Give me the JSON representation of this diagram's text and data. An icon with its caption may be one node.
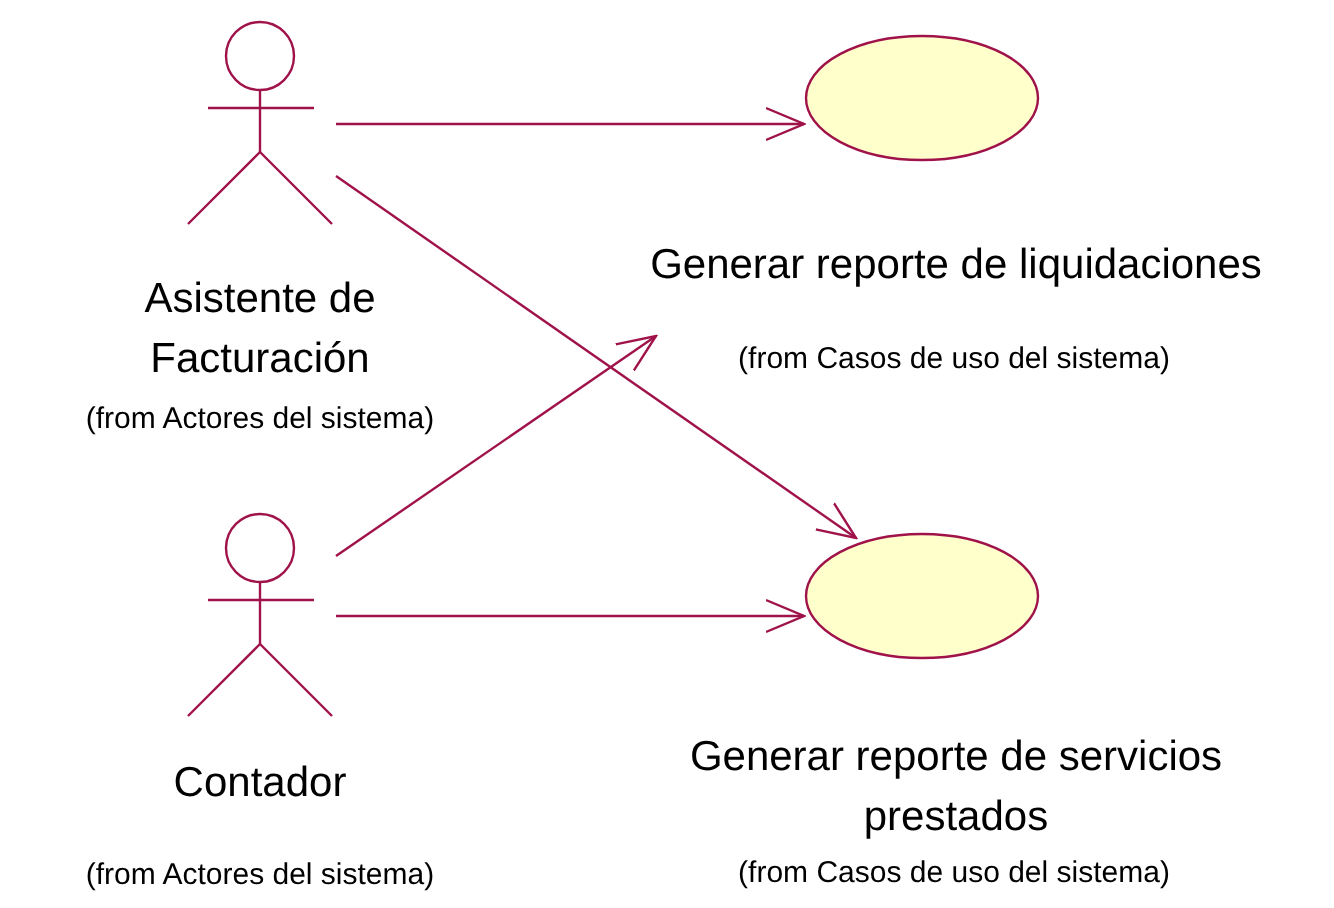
{
  "diagram": {
    "nodes": [
      {
        "text": [],
        "shape": "person",
        "beside": [
          "Asistente de Facturación",
          "(from Actores del sistema)"
        ]
      },
      {
        "text": [],
        "shape": "ellipse",
        "beside": [
          "Generar reporte de liquidaciones",
          "(from Casos de uso del sistema)"
        ]
      },
      {
        "text": [],
        "shape": "person",
        "beside": [
          "Contador",
          "(from Actores del sistema)"
        ]
      },
      {
        "text": [],
        "shape": "ellipse",
        "beside": [
          "Generar reporte de servicios prestados",
          "(from Casos de uso del sistema)"
        ]
      }
    ],
    "edges": [
      {
        "from": 0,
        "to": 1,
        "arrow": "to"
      },
      {
        "from": 0,
        "to": 3,
        "arrow": "to"
      },
      {
        "from": 2,
        "to": 1,
        "arrow": "to"
      },
      {
        "from": 2,
        "to": 3,
        "arrow": "to"
      }
    ]
  }
}
